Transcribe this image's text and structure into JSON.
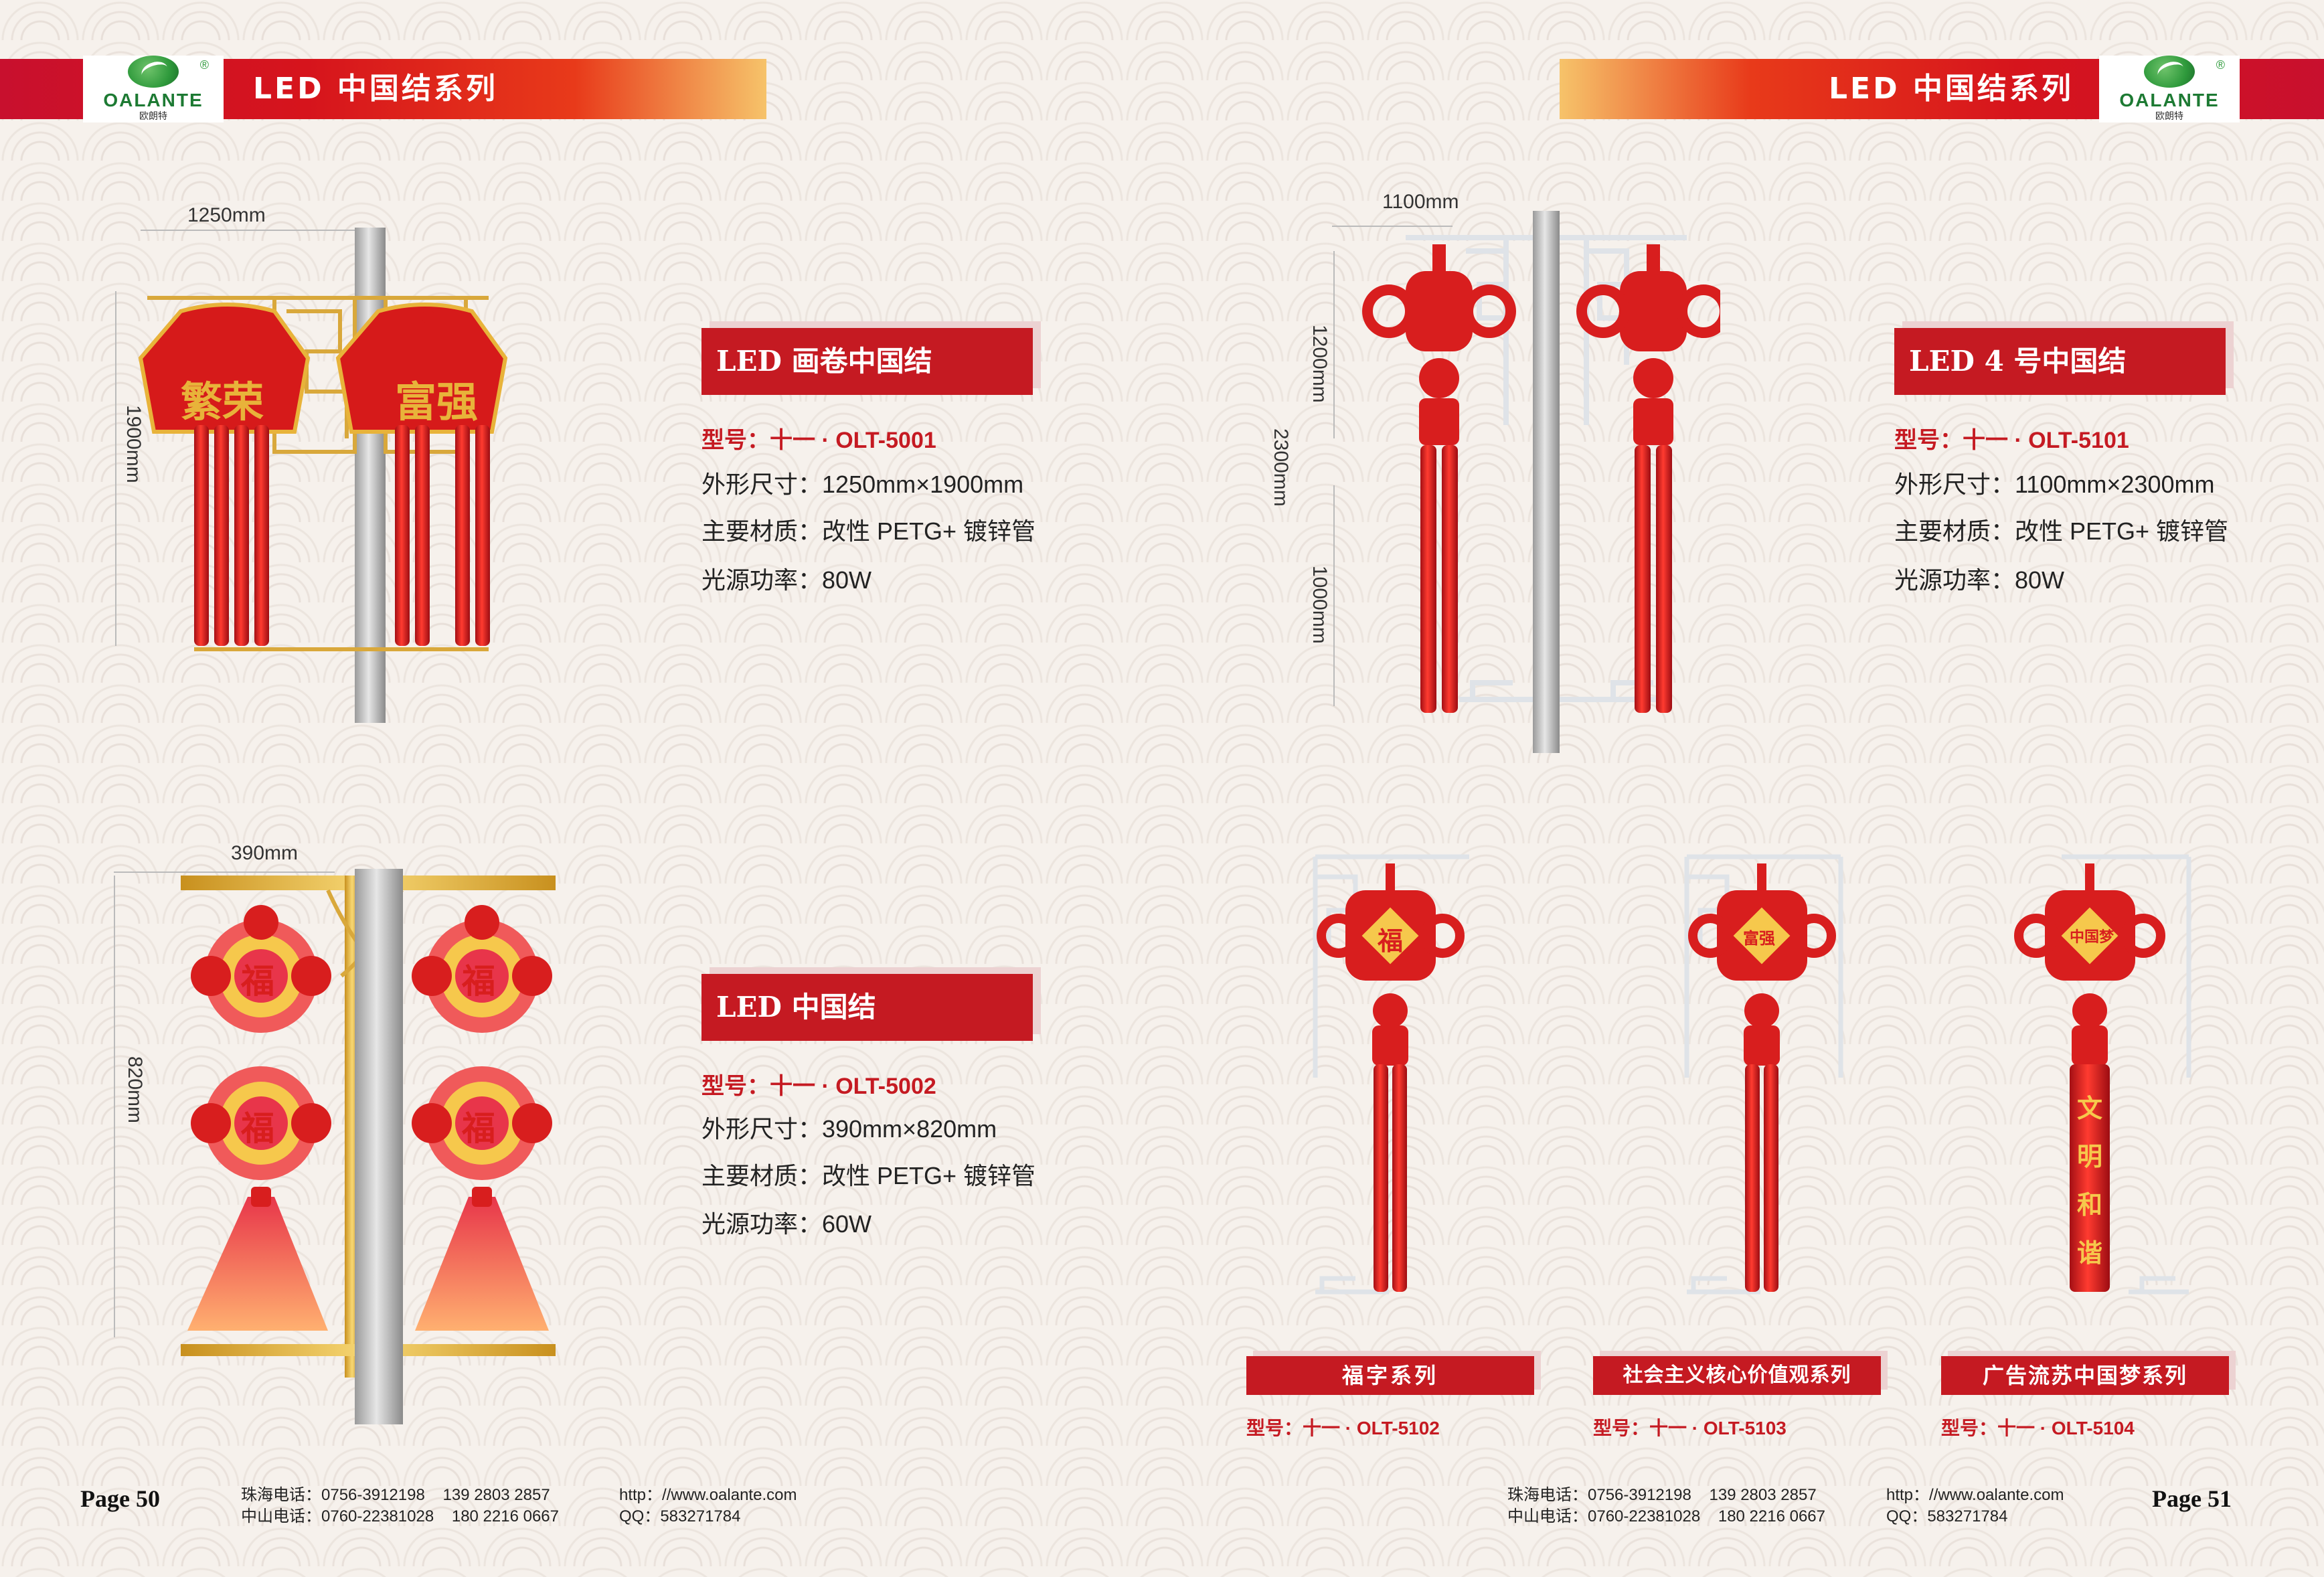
{
  "header": {
    "left_title": "LED 中国结系列",
    "right_title": "LED 中国结系列",
    "logo_text": "OALANTE",
    "logo_sub": "欧朗特",
    "logo_reg": "®"
  },
  "products": {
    "p5001": {
      "title": "LED 画卷中国结",
      "model": "型号：十一 · OLT-5001",
      "size": "外形尺寸：1250mm×1900mm",
      "material": "主要材质：改性 PETG+ 镀锌管",
      "power": "光源功率：80W",
      "dim_w": "1250mm",
      "dim_h": "1900mm",
      "banner_left": "繁荣",
      "banner_right": "富强"
    },
    "p5101": {
      "title": "LED 4 号中国结",
      "model": "型号：十一 · OLT-5101",
      "size": "外形尺寸：1100mm×2300mm",
      "material": "主要材质：改性 PETG+ 镀锌管",
      "power": "光源功率：80W",
      "dim_w": "1100mm",
      "dim_h_total": "2300mm",
      "dim_h_top": "1200mm",
      "dim_h_bottom": "1000mm"
    },
    "p5002": {
      "title": "LED 中国结",
      "model": "型号：十一 · OLT-5002",
      "size": "外形尺寸：390mm×820mm",
      "material": "主要材质：改性 PETG+ 镀锌管",
      "power": "光源功率：60W",
      "dim_w": "390mm",
      "dim_h": "820mm",
      "knot_char": "福"
    },
    "p5102": {
      "title": "福字系列",
      "model": "型号：十一 · OLT-5102",
      "char": "福"
    },
    "p5103": {
      "title": "社会主义核心价值观系列",
      "model": "型号：十一 · OLT-5103",
      "char": "富强"
    },
    "p5104": {
      "title": "广告流苏中国梦系列",
      "model": "型号：十一 · OLT-5104",
      "char": "中国梦",
      "tassel": "文明和谐"
    }
  },
  "footer": {
    "left_page": "Page 50",
    "right_page": "Page 51",
    "zhuhai": "珠海电话：0756-3912198",
    "zhuhai_mobile": "139 2803 2857",
    "zhongshan": "中山电话：0760-22381028",
    "zhongshan_mobile": "180 2216 0667",
    "web": "http：//www.oalante.com",
    "qq": "QQ：583271784"
  },
  "colors": {
    "brand_red": "#c51a22",
    "knot_red": "#d81e1e",
    "gold": "#e8b33a",
    "logo_green": "#2f9a3c"
  }
}
